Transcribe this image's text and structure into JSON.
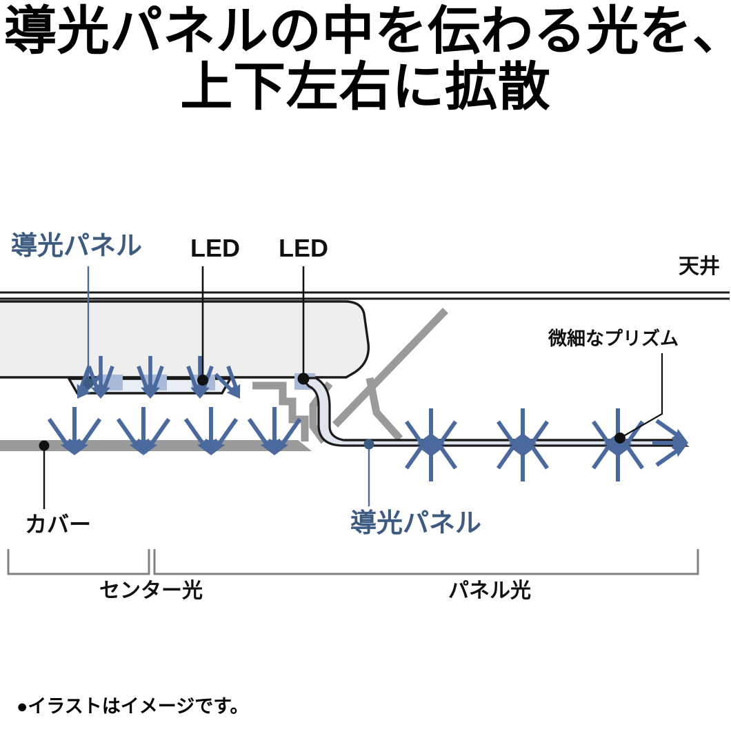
{
  "title": {
    "line1": "導光パネルの中を伝わる光を、",
    "line2": "上下左右に拡散"
  },
  "labels": {
    "lightguide_top": "導光パネル",
    "led_1": "LED",
    "led_2": "LED",
    "ceiling": "天井",
    "prism": "微細なプリズム",
    "cover": "カバー",
    "lightguide_bottom": "導光パネル"
  },
  "brackets": {
    "center_light": "センター光",
    "panel_light": "パネル光"
  },
  "footnote": "●イラストはイメージです。",
  "colors": {
    "arrow_blue": "#4a6a9e",
    "label_blue": "#3d5a80",
    "led_block": "#a8bad8",
    "panel_fill": "#dfe4ef",
    "body_fill": "#eeeeee",
    "gray_part": "#9a9a9a",
    "outline": "#1a1a1a",
    "bracket_gray": "#808080"
  },
  "diagram": {
    "type": "technical-cross-section",
    "description": "天井に取り付けられたLED照明の断面図。センター光部とパネル光部に分かれ、光の拡散方向を矢印で示す。",
    "center_light": {
      "led_count": 3,
      "arrow_clusters": 5,
      "arrow_direction": "down"
    },
    "panel_light": {
      "prism_count": 3,
      "arrow_clusters_up": 3,
      "arrow_clusters_down": 3,
      "edge_arrows": 3
    }
  }
}
